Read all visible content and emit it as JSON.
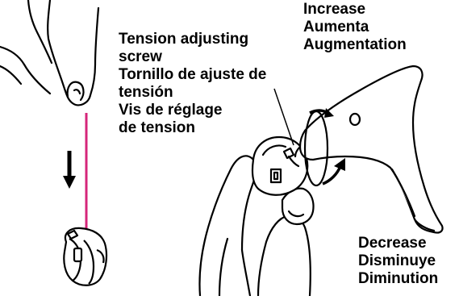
{
  "labels": {
    "tension_screw": [
      "Tension adjusting",
      "screw",
      "Tornillo de ajuste de",
      "tensión",
      "Vis de réglage",
      "de tension"
    ],
    "increase": [
      "Increase",
      "Aumenta",
      "Augmentation"
    ],
    "decrease": [
      "Decrease",
      "Disminuye",
      "Diminution"
    ]
  },
  "colors": {
    "thread": "#d6257a",
    "ink": "#000000",
    "background": "#ffffff"
  },
  "icons": {
    "direction_arrow": "down-arrow-icon",
    "increase_arrow": "rotate-arrow-icon",
    "decrease_arrow": "rotate-arrow-icon"
  }
}
